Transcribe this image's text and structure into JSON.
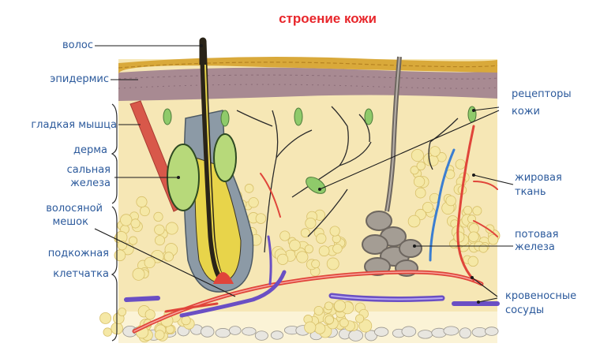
{
  "title": "строение кожи",
  "labels_left": {
    "hair": "волос",
    "epidermis": "эпидермис",
    "smooth_muscle": "гладкая мышца",
    "dermis": "дерма",
    "sebaceous_1": "сальная",
    "sebaceous_2": "железа",
    "follicle_1": "волосяной",
    "follicle_2": "мешок",
    "subcutaneous_1": "подкожная",
    "subcutaneous_2": "клетчатка"
  },
  "labels_right": {
    "receptors_1": "рецепторы",
    "receptors_2": "кожи",
    "fat_1": "жировая",
    "fat_2": "ткань",
    "sweat_1": "потовая",
    "sweat_2": "железа",
    "vessels_1": "кровеносные",
    "vessels_2": "сосуды"
  },
  "colors": {
    "title": "#e8262b",
    "label_text": "#2c5a9c",
    "leader_line": "#1a1a1a",
    "surface": "#d9a93a",
    "epidermis": "#a88a92",
    "dermis": "#f6e7b5",
    "fat_cells": "#f5e8a6",
    "artery": "#e0453a",
    "vein": "#6a4fc4",
    "sweat_gland": "#8f8880",
    "receptor": "#8fca6a",
    "muscle": "#d8584a",
    "sebaceous": "#b7d97a",
    "hair": "#2a2418"
  },
  "icons": [
    "hair-shaft",
    "sweat-gland-coil",
    "skin-receptor",
    "blood-vessel",
    "fat-cell"
  ]
}
